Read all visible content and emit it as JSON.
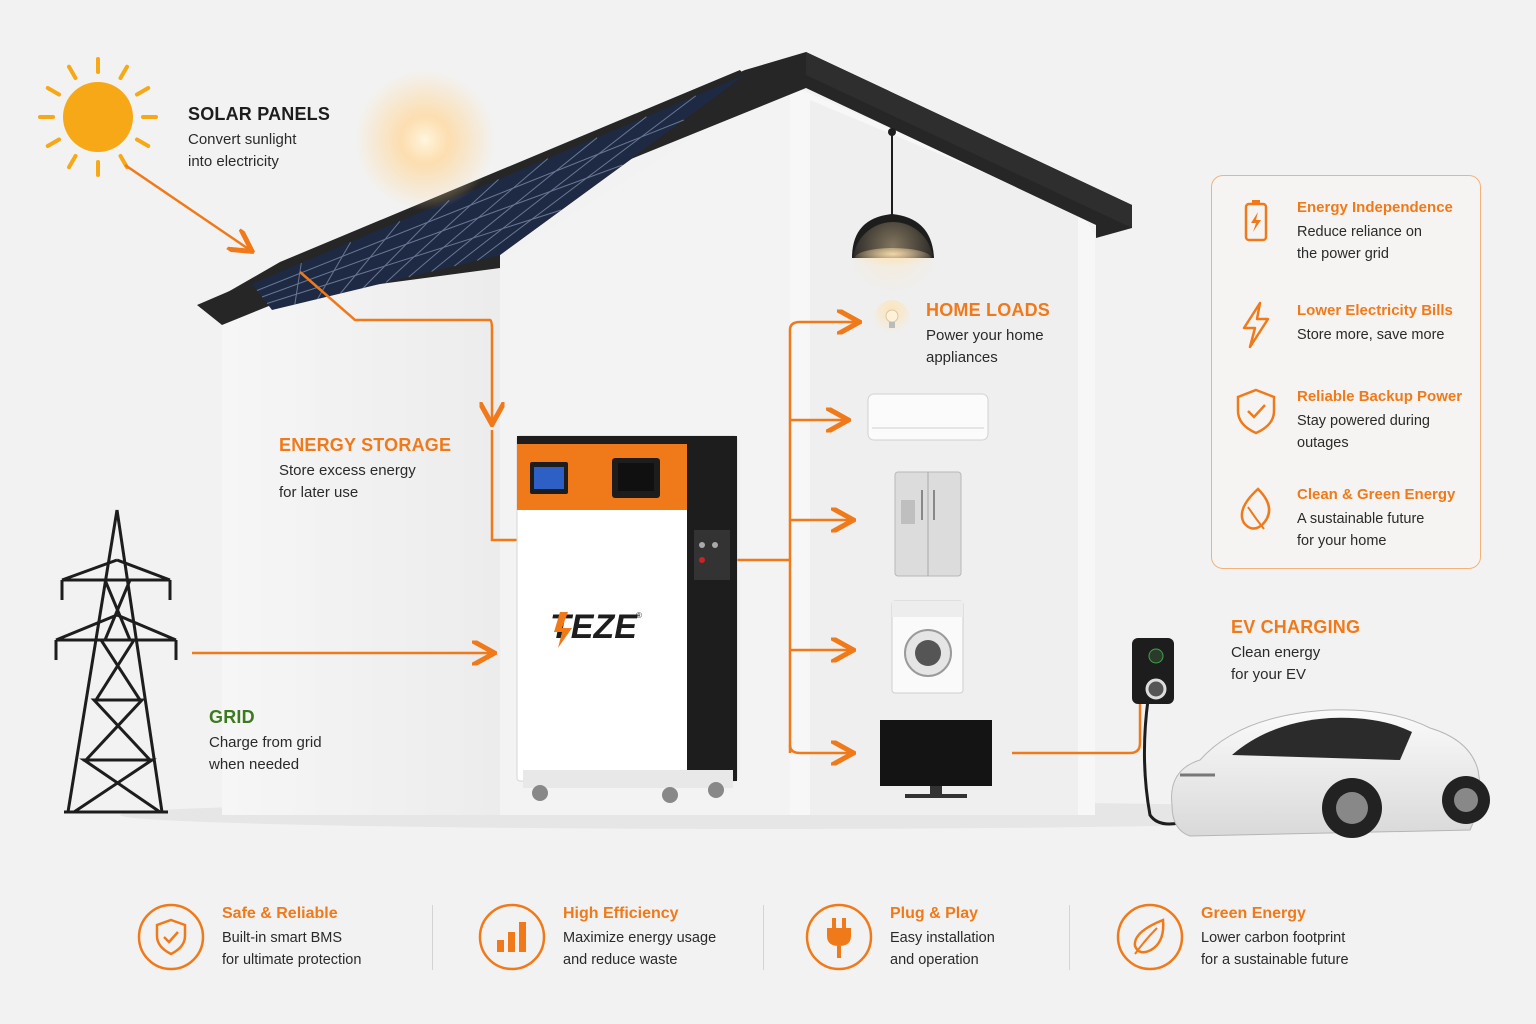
{
  "labels": {
    "solar": {
      "title": "SOLAR PANELS",
      "line1": "Convert sunlight",
      "line2": "into electricity"
    },
    "storage": {
      "title": "ENERGY STORAGE",
      "line1": "Store excess energy",
      "line2": "for later use"
    },
    "grid": {
      "title": "GRID",
      "line1": "Charge from grid",
      "line2": "when needed"
    },
    "home_loads": {
      "title": "HOME LOADS",
      "line1": "Power your home",
      "line2": "appliances"
    },
    "ev": {
      "title": "EV CHARGING",
      "line1": "Clean energy",
      "line2": "for your EV"
    }
  },
  "battery": {
    "brand": "TEZE",
    "mark": "®"
  },
  "benefits": [
    {
      "title": "Energy Independence",
      "line1": "Reduce reliance on",
      "line2": "the power grid",
      "icon": "battery-icon"
    },
    {
      "title": "Lower Electricity Bills",
      "line1": "Store more, save more",
      "line2": "",
      "icon": "lightning-icon"
    },
    {
      "title": "Reliable Backup Power",
      "line1": "Stay powered during",
      "line2": "outages",
      "icon": "shield-check-icon"
    },
    {
      "title": "Clean & Green Energy",
      "line1": "A sustainable future",
      "line2": "for your home",
      "icon": "leaf-icon"
    }
  ],
  "features": [
    {
      "title": "Safe & Reliable",
      "line1": "Built-in smart BMS",
      "line2": "for ultimate protection",
      "icon": "shield-check-icon"
    },
    {
      "title": "High Efficiency",
      "line1": "Maximize energy usage",
      "line2": "and reduce waste",
      "icon": "bar-chart-icon"
    },
    {
      "title": "Plug & Play",
      "line1": "Easy installation",
      "line2": "and operation",
      "icon": "plug-icon"
    },
    {
      "title": "Green Energy",
      "line1": "Lower carbon footprint",
      "line2": "for a sustainable future",
      "icon": "leaf-icon"
    }
  ],
  "colors": {
    "accent": "#f07a1a",
    "grid_green": "#3d7a1f",
    "panel_blue": "#1e2a44"
  }
}
